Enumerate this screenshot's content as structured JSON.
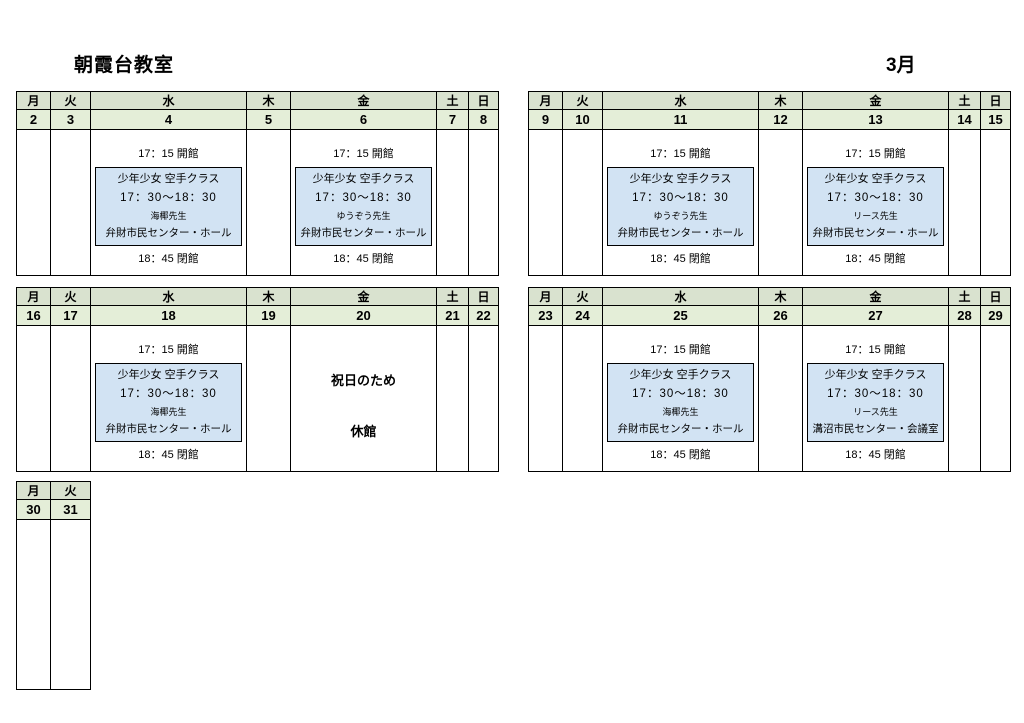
{
  "header": {
    "title": "朝霞台教室",
    "month": "3月"
  },
  "day_names": [
    "月",
    "火",
    "水",
    "木",
    "金",
    "土",
    "日"
  ],
  "blocks": [
    {
      "dates": [
        "2",
        "3",
        "4",
        "5",
        "6",
        "7",
        "8"
      ],
      "wed": {
        "open": "17：15 開館",
        "class_name": "少年少女 空手クラス",
        "time": "17：30～18：30",
        "teacher": "海椰先生",
        "venue": "弁財市民センター・ホール",
        "close": "18：45 閉館"
      },
      "fri": {
        "open": "17：15 開館",
        "class_name": "少年少女 空手クラス",
        "time": "17：30～18：30",
        "teacher": "ゆうぞう先生",
        "venue": "弁財市民センター・ホール",
        "close": "18：45 閉館"
      }
    },
    {
      "dates": [
        "9",
        "10",
        "11",
        "12",
        "13",
        "14",
        "15"
      ],
      "wed": {
        "open": "17：15 開館",
        "class_name": "少年少女 空手クラス",
        "time": "17：30～18：30",
        "teacher": "ゆうぞう先生",
        "venue": "弁財市民センター・ホール",
        "close": "18：45 閉館"
      },
      "fri": {
        "open": "17：15 開館",
        "class_name": "少年少女 空手クラス",
        "time": "17：30～18：30",
        "teacher": "リース先生",
        "venue": "弁財市民センター・ホール",
        "close": "18：45 閉館"
      }
    },
    {
      "dates": [
        "16",
        "17",
        "18",
        "19",
        "20",
        "21",
        "22"
      ],
      "wed": {
        "open": "17：15 開館",
        "class_name": "少年少女 空手クラス",
        "time": "17：30～18：30",
        "teacher": "海椰先生",
        "venue": "弁財市民センター・ホール",
        "close": "18：45 閉館"
      },
      "fri_holiday": {
        "line1": "祝日のため",
        "line2": "休館"
      }
    },
    {
      "dates": [
        "23",
        "24",
        "25",
        "26",
        "27",
        "28",
        "29"
      ],
      "wed": {
        "open": "17：15 開館",
        "class_name": "少年少女 空手クラス",
        "time": "17：30～18：30",
        "teacher": "海椰先生",
        "venue": "弁財市民センター・ホール",
        "close": "18：45 閉館"
      },
      "fri": {
        "open": "17：15 開館",
        "class_name": "少年少女 空手クラス",
        "time": "17：30～18：30",
        "teacher": "リース先生",
        "venue": "溝沼市民センター・会議室",
        "close": "18：45 閉館"
      }
    }
  ],
  "mini": {
    "dates": [
      "30",
      "31"
    ]
  }
}
